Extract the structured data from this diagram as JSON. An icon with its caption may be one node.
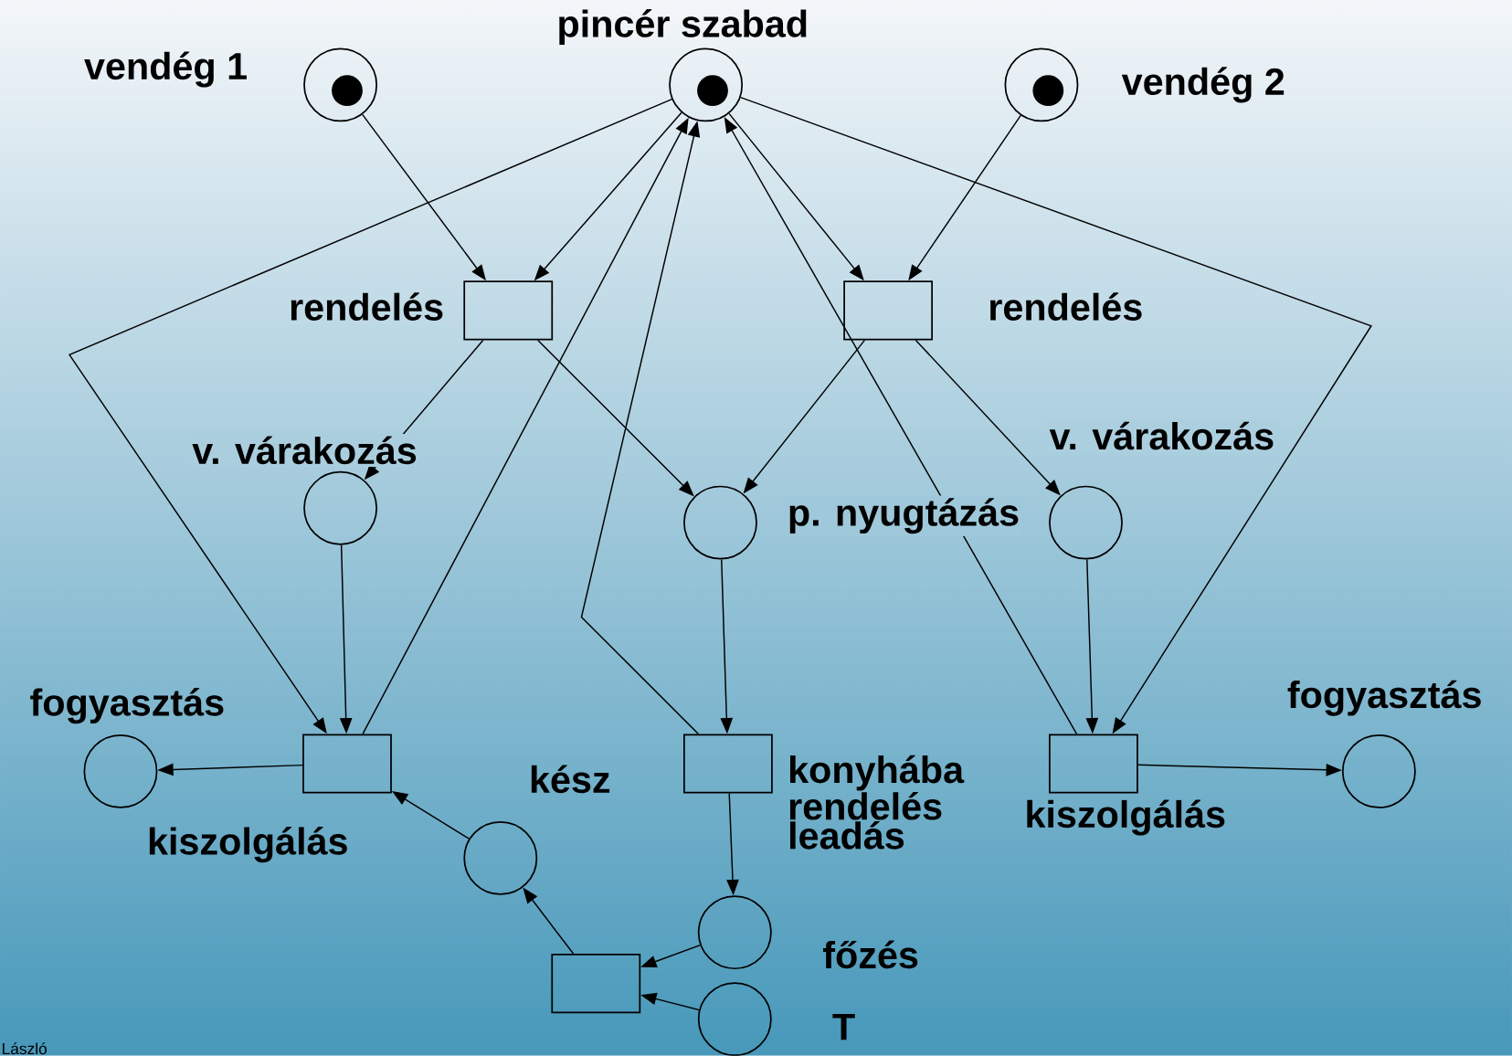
{
  "diagram": {
    "nodes": [
      {
        "text": [],
        "shape": "circle",
        "beside": [
          "vendég 1"
        ]
      },
      {
        "text": [],
        "shape": "circle",
        "beside": [
          "pincér szabad"
        ]
      },
      {
        "text": [],
        "shape": "circle",
        "beside": [
          "vendég 2"
        ]
      },
      {
        "text": [],
        "shape": "box",
        "beside": [
          "rendelés"
        ]
      },
      {
        "text": [],
        "shape": "box",
        "beside": [
          "rendelés"
        ]
      },
      {
        "text": [],
        "shape": "circle",
        "beside": [
          "v. várakozás"
        ]
      },
      {
        "text": [],
        "shape": "circle",
        "beside": [
          "p. nyugtázás"
        ]
      },
      {
        "text": [],
        "shape": "circle",
        "beside": [
          "v. várakozás"
        ]
      },
      {
        "text": [],
        "shape": "box",
        "beside": [
          "kiszolgálás"
        ]
      },
      {
        "text": [],
        "shape": "circle",
        "beside": [
          "fogyasztás"
        ]
      },
      {
        "text": [],
        "shape": "box",
        "beside": [
          "konyhába rendelés leadás"
        ]
      },
      {
        "text": [],
        "shape": "box",
        "beside": [
          "kiszolgálás"
        ]
      },
      {
        "text": [],
        "shape": "circle",
        "beside": [
          "fogyasztás"
        ]
      },
      {
        "text": [],
        "shape": "circle",
        "beside": [
          "kész"
        ]
      },
      {
        "text": [],
        "shape": "circle",
        "beside": [
          "főzés"
        ]
      },
      {
        "text": [],
        "shape": "circle",
        "beside": [
          "T"
        ]
      },
      {
        "text": [],
        "shape": "box"
      }
    ],
    "edges": [
      {
        "from": 0,
        "to": 3,
        "arrow": "to"
      },
      {
        "from": 1,
        "to": 3,
        "arrow": "to"
      },
      {
        "from": 1,
        "to": 4,
        "arrow": "to"
      },
      {
        "from": 2,
        "to": 4,
        "arrow": "to"
      },
      {
        "from": 3,
        "to": 5,
        "arrow": "to"
      },
      {
        "from": 3,
        "to": 6,
        "arrow": "to"
      },
      {
        "from": 4,
        "to": 6,
        "arrow": "to"
      },
      {
        "from": 4,
        "to": 7,
        "arrow": "to"
      },
      {
        "from": 5,
        "to": 8,
        "arrow": "to"
      },
      {
        "from": 6,
        "to": 10,
        "arrow": "to"
      },
      {
        "from": 7,
        "to": 11,
        "arrow": "to"
      },
      {
        "from": 8,
        "to": 1,
        "arrow": "to"
      },
      {
        "from": 1,
        "to": 8,
        "arrow": "to"
      },
      {
        "from": 1,
        "to": 11,
        "arrow": "to"
      },
      {
        "from": 11,
        "to": 1,
        "arrow": "to"
      },
      {
        "from": 10,
        "to": 1,
        "arrow": "to"
      },
      {
        "from": 8,
        "to": 9,
        "arrow": "to"
      },
      {
        "from": 11,
        "to": 12,
        "arrow": "to"
      },
      {
        "from": 10,
        "to": 14,
        "arrow": "to"
      },
      {
        "from": 14,
        "to": 16,
        "arrow": "to"
      },
      {
        "from": 15,
        "to": 16,
        "arrow": "to"
      },
      {
        "from": 16,
        "to": 13,
        "arrow": "to"
      },
      {
        "from": 13,
        "to": 8,
        "arrow": "to"
      }
    ],
    "labels": [
      "László"
    ]
  }
}
